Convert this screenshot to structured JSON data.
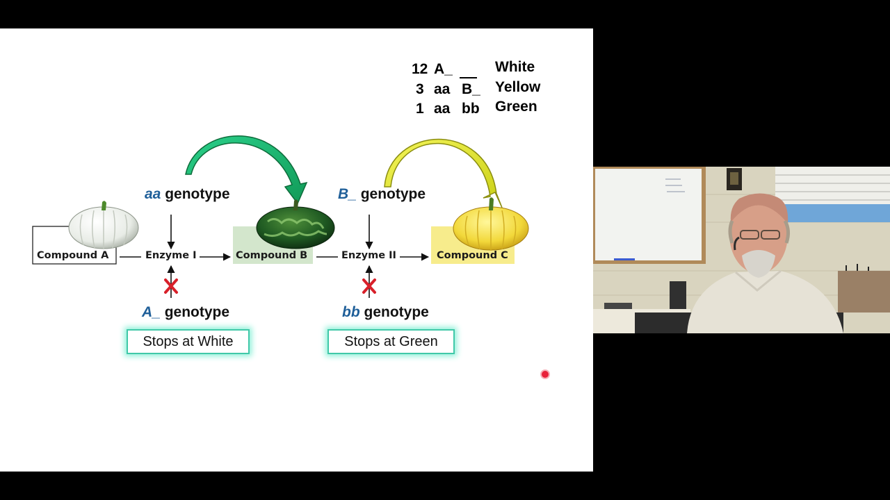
{
  "ratios": [
    {
      "count": "12",
      "g1": "A_",
      "g2": "__",
      "phenotype": "White"
    },
    {
      "count": "3",
      "g1": "aa",
      "g2": "B_",
      "phenotype": "Yellow"
    },
    {
      "count": "1",
      "g1": "aa",
      "g2": "bb",
      "phenotype": "Green"
    }
  ],
  "pathway": {
    "compound_a": "Compound A",
    "compound_b": "Compound B",
    "compound_c": "Compound C",
    "enzyme_1": "Enzyme I",
    "enzyme_2": "Enzyme II"
  },
  "genotypes": {
    "aa": {
      "allele": "aa",
      "suffix": " genotype"
    },
    "B_": {
      "allele": "B_",
      "suffix": " genotype"
    },
    "A_": {
      "allele": "A_",
      "suffix": " genotype"
    },
    "bb": {
      "allele": "bb",
      "suffix": " genotype"
    }
  },
  "stops": {
    "white": "Stops at White",
    "green": "Stops at Green"
  },
  "colors": {
    "allele": "#1f5f99",
    "inhibit": "#d8202a",
    "green_arrow": "#22b573",
    "yellow_arrow": "#e6ea2a",
    "compound_b_bg": "#d3e6cc",
    "compound_c_bg": "#f7ec8c",
    "stop_glow": "#8ef0d8"
  },
  "icons": [
    "white-squash-icon",
    "green-squash-icon",
    "yellow-squash-icon",
    "inhibit-x-icon",
    "curved-arrow-icon"
  ]
}
